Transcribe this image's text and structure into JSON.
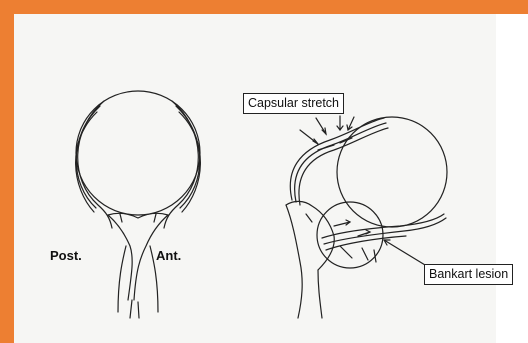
{
  "labels": {
    "posterior": "Post.",
    "anterior": "Ant.",
    "capsular_stretch": "Capsular stretch",
    "bankart_lesion": "Bankart lesion"
  },
  "colors": {
    "border": "#ed7f32",
    "paper": "#f6f6f4",
    "ink": "#222222"
  }
}
